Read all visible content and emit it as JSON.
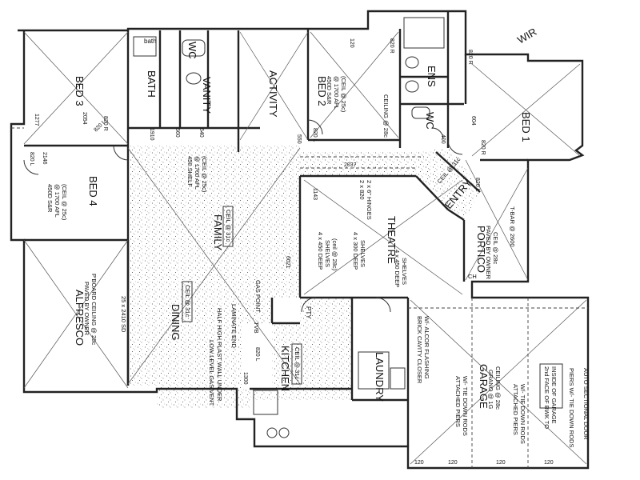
{
  "rooms": {
    "bed3": "BED 3",
    "bed4": "BED 4",
    "bed2": "BED 2",
    "bed1": "BED 1",
    "activity": "ACTIVITY",
    "bath": "BATH",
    "bath_small": "bath",
    "wc1": "WC",
    "vanity": "VANITY",
    "ens": "ENS",
    "wc2": "WC",
    "wir": "WIR",
    "family": "FAMILY",
    "dining": "DINING",
    "theatre": "THEATRE",
    "entry": "ENTRY",
    "portico": "PORTICO",
    "alfresco": "ALFRESCO",
    "kitchen": "KITCHEN",
    "laundry": "LAUNDRY",
    "garage": "GARAGE",
    "pty": "PTY"
  },
  "notes": {
    "bed2_shelf": "450D S&R",
    "bed2_shelf_afl": "@ 1700 AFL",
    "bed2_ceiling": "(CEIL @ 25c)",
    "bed2_ceiling2": "CEILING @ 28c",
    "bed4_shelf": "450D S&R",
    "bed4_shelf_afl": "@ 1700 AFL",
    "bed4_ceiling": "(CEIL @ 25c)",
    "family_shelf": "450 SHELF",
    "family_shelf_afl": "@ 1700 AFL",
    "family_ceil": "(CEIL @ 25c)",
    "family_ceil_tag": "CEIL @ 31c",
    "dining_ceil_tag": "CEIL @ 31c",
    "kitchen_ceil_tag": "CEIL @ 31c",
    "entry_ceil_tag": "CEIL @ 31c",
    "theatre_shelves1": "4 x 450 DEEP",
    "theatre_shelves1b": "SHELVES",
    "theatre_shelves1c": "(ceil @ 28c)",
    "theatre_shelves2": "4 x 300 DEEP",
    "theatre_shelves2b": "SHELVES",
    "theatre_shelves3": "4 x 450 DEEP",
    "theatre_shelves3b": "SHELVES",
    "theatre_doors": "2 x 820",
    "theatre_doors2": "2 x 6\" HINGES",
    "alfresco_paved": "PAVED BY OWNER",
    "alfresco_ceiling": "P'BOARD CEILING @ 28c",
    "portico_paved": "PAVED BY OWNER",
    "portico_ceiling": "CEIL @ 28c",
    "gas_point": "GAS POINT",
    "laminate_end": "LAMINATE END",
    "half_high": "HALF HIGH PLAST WALL UNDER",
    "low_level": "LOW LEVEL GAS VENT",
    "garage_grano": "GRANO @ 1G",
    "garage_ceiling": "CEILING @ 28c",
    "brick_closer": "BRICK CAVITY CLOSER",
    "alcor": "W/- ALCOR FLASHING",
    "attached_piers1": "ATTACHED PIERS",
    "tie_down1": "W/- TIE DOWN RODS",
    "attached_piers2": "ATTACHED PIERS",
    "tie_down2": "W/- TIE DOWN RODS",
    "second_face": "2nd FACE OF BWK TO",
    "inside_garage": "INSIDE OF GARAGE",
    "piers_tie": "PIERS W/- TIE DOWN RODS",
    "auto_door": "AUTO SECTIONAL DOOR",
    "t_bar": "T-BAR @ 2600",
    "alfresco_sd": "25 x 2410 SD",
    "ch": "CH",
    "tvb": "TVB"
  },
  "dims": {
    "d820r_top": "820 R",
    "d820r_ens": "820 R",
    "d820l_bed2": "820 L",
    "d820l_bed4": "820 L",
    "d820l_left": "820 L",
    "d820r_left": "820 R",
    "d820r_bed1": "820 R",
    "d820l_entry": "820 L",
    "d820l_pty": "820 L",
    "d1910": "1910",
    "d560": "560",
    "d640": "640",
    "d550": "550",
    "d1277": "1277",
    "d2146": "2146",
    "d2054": "2054",
    "d120a": "120",
    "d120b": "120",
    "d120c": "120",
    "d120d": "120",
    "d120e": "120",
    "d400": "400",
    "d604": "604",
    "d1300": "1300",
    "d6021": "6021",
    "d2037": "2037",
    "d1143": "1143"
  }
}
